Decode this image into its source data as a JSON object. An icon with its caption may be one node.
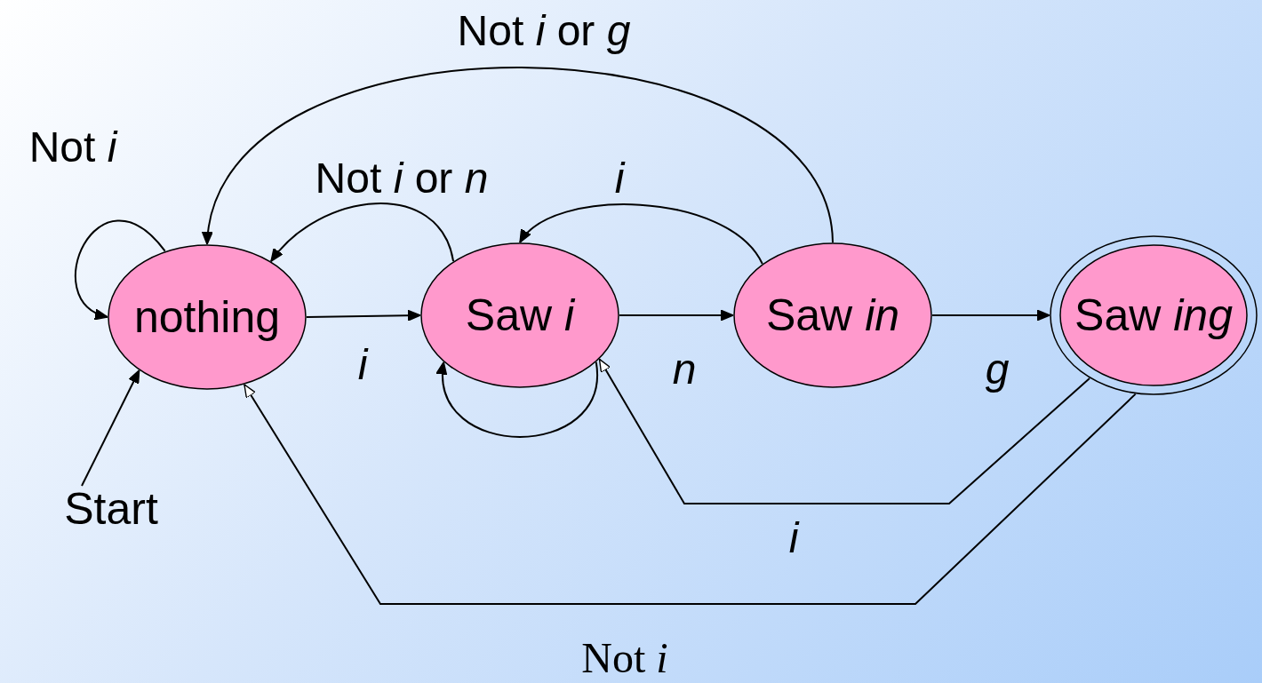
{
  "diagram": {
    "nodes": [
      {
        "text": [
          "nothing"
        ]
      },
      {
        "text": [
          "Saw *i*"
        ]
      },
      {
        "text": [
          "Saw *in*"
        ]
      },
      {
        "text": [
          "Saw *ing*"
        ]
      },
      {
        "text": [
          "Start"
        ]
      }
    ],
    "edges": [
      {
        "from": 4,
        "to": 0,
        "arrow": "to"
      },
      {
        "from": 0,
        "to": 0,
        "arrow": "to",
        "label": "Not *i*"
      },
      {
        "from": 0,
        "to": 1,
        "arrow": "to",
        "label": "*i*"
      },
      {
        "from": 1,
        "to": 0,
        "arrow": "to",
        "label": "Not *i* or *n*"
      },
      {
        "from": 1,
        "to": 1,
        "arrow": "to"
      },
      {
        "from": 1,
        "to": 2,
        "arrow": "to",
        "label": "*n*"
      },
      {
        "from": 2,
        "to": 1,
        "arrow": "to",
        "label": "*i*"
      },
      {
        "from": 2,
        "to": 0,
        "arrow": "to",
        "label": "Not *i* or *g*"
      },
      {
        "from": 2,
        "to": 3,
        "arrow": "to",
        "label": "*g*"
      },
      {
        "from": 3,
        "to": 1,
        "arrow": "to",
        "label": "*i*"
      },
      {
        "from": 3,
        "to": 0,
        "arrow": "to",
        "label": "Not *i*"
      }
    ]
  }
}
